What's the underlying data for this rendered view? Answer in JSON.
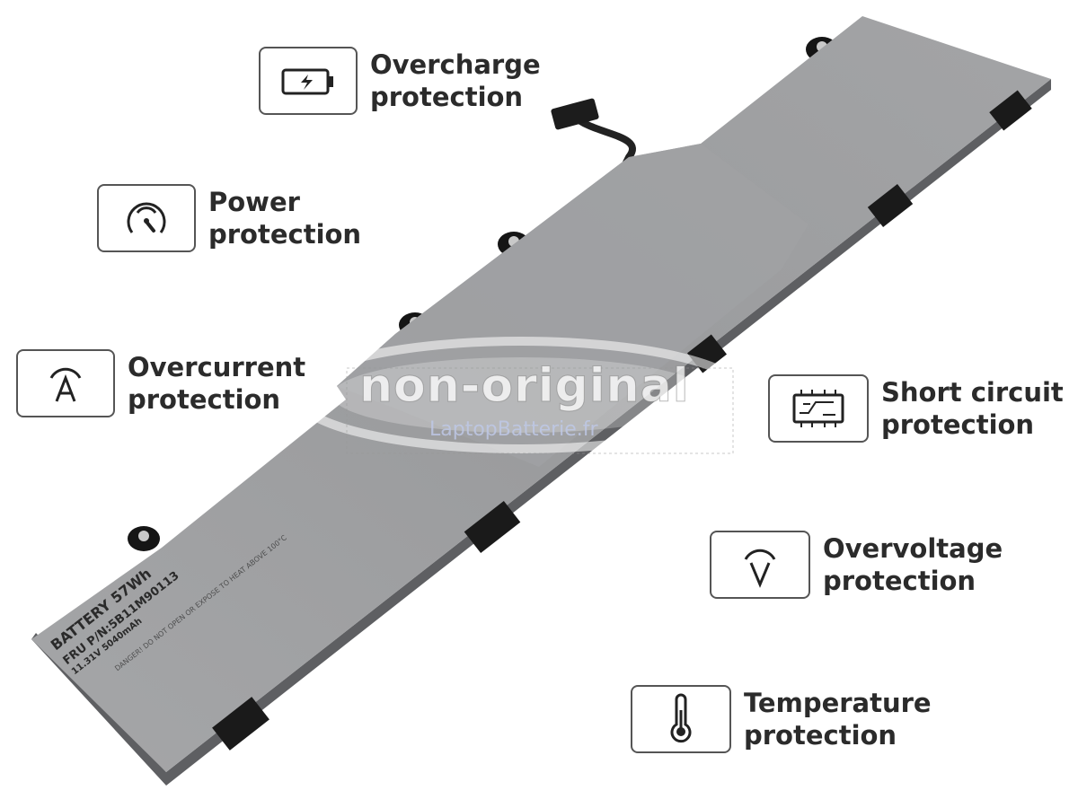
{
  "features": [
    {
      "icon": "battery-charge-icon",
      "line1": "Overcharge",
      "line2": "protection"
    },
    {
      "icon": "gauge-icon",
      "line1": "Power",
      "line2": "protection"
    },
    {
      "icon": "current-icon",
      "line1": "Overcurrent",
      "line2": "protection"
    },
    {
      "icon": "circuit-board-icon",
      "line1": "Short circuit",
      "line2": "protection"
    },
    {
      "icon": "voltage-icon",
      "line1": "Overvoltage",
      "line2": "protection"
    },
    {
      "icon": "thermometer-icon",
      "line1": "Temperature",
      "line2": "protection"
    }
  ],
  "battery_label": {
    "line1": "BATTERY 57Wh",
    "line2": "FRU P/N:5B11M90113",
    "line3": "11.31V 5040mAh",
    "warning": "DANGER! DO NOT OPEN OR EXPOSE TO HEAT ABOVE 100°C"
  },
  "watermark": {
    "main": "non-original",
    "sub": "LaptopBatterie.fr"
  },
  "colors": {
    "battery": "#9a9b9d",
    "battery_dark": "#6e6f72",
    "text": "#2b2b2b"
  }
}
